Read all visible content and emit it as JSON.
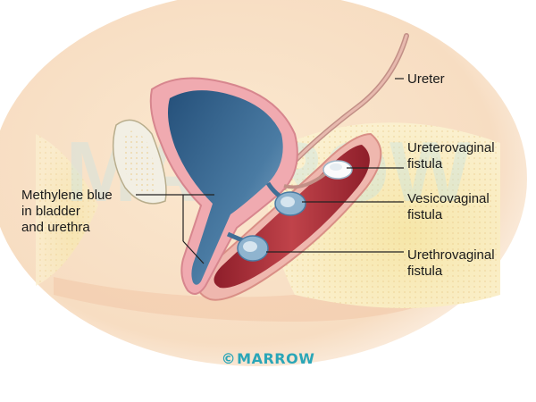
{
  "labels": {
    "ureter": "Ureter",
    "ureterovaginal": [
      "Ureterovaginal",
      "fistula"
    ],
    "vesicovaginal": [
      "Vesicovaginal",
      "fistula"
    ],
    "urethrovaginal": [
      "Urethrovaginal",
      "fistula"
    ],
    "methylene": [
      "Methylene blue",
      "in bladder",
      "and urethra"
    ]
  },
  "watermark": "MARROW",
  "brand": {
    "symbol": "©",
    "name": "MARROW",
    "color": "#2aa6b8"
  },
  "icons": {
    "ureter": "ureter-tube",
    "bladder": "bladder-organ",
    "vagina": "vaginal-canal",
    "pubic_bone": "pubic-bone"
  },
  "colors": {
    "dye_blue": "#3f6f96",
    "tissue_pink": "#e8a8a8",
    "vaginal_red": "#b8303a",
    "fat_yellow": "#f7e9b5",
    "background_peach": "#f9e2c6"
  }
}
